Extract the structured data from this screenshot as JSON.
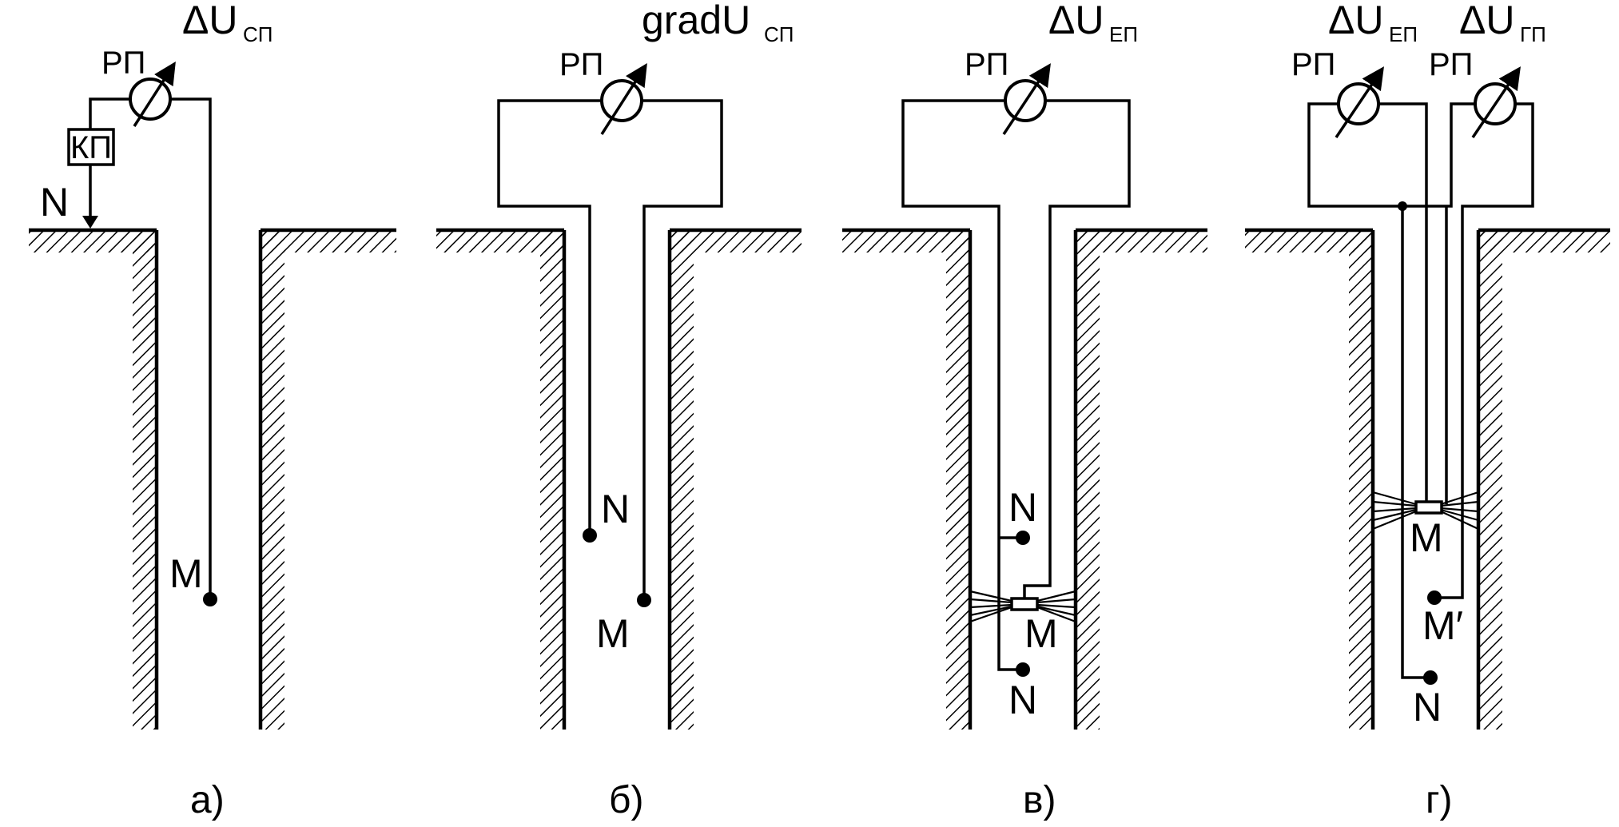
{
  "panels": [
    {
      "caption": "а)",
      "header": {
        "main": "ΔU",
        "sub": "СП"
      },
      "meter_labels": [
        "РП"
      ],
      "box_label": "КП",
      "electrodes": {
        "n": "N",
        "m": "M"
      }
    },
    {
      "caption": "б)",
      "header": {
        "main": "gradU",
        "sub": "СП"
      },
      "meter_labels": [
        "РП"
      ],
      "electrodes": {
        "n": "N",
        "m": "M"
      }
    },
    {
      "caption": "в)",
      "header": {
        "main": "ΔU",
        "sub": "ЕП"
      },
      "meter_labels": [
        "РП"
      ],
      "electrodes": {
        "n_top": "N",
        "m": "M",
        "n_bottom": "N"
      }
    },
    {
      "caption": "г)",
      "headers": [
        {
          "main": "ΔU",
          "sub": "ЕП"
        },
        {
          "main": "ΔU",
          "sub": "ГП"
        }
      ],
      "meter_labels": [
        "РП",
        "РП"
      ],
      "electrodes": {
        "m": "M",
        "m_prime": "M′",
        "n": "N"
      }
    }
  ]
}
